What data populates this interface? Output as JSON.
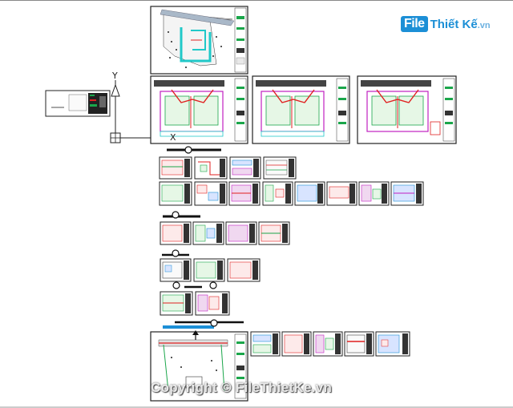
{
  "brand": {
    "logo_file": "File",
    "logo_text": "Thiết Kế",
    "logo_domain": ".vn"
  },
  "watermark": "Copyright © FileThietKe.vn",
  "ucs": {
    "y_label": "Y",
    "x_label": "X"
  },
  "colors": {
    "sheet_border": "#222222",
    "cad_green": "#1aa64a",
    "cad_red": "#e02020",
    "cad_magenta": "#c020c0",
    "cad_blue": "#1c8fd6",
    "cad_cyan": "#20c8c8"
  }
}
